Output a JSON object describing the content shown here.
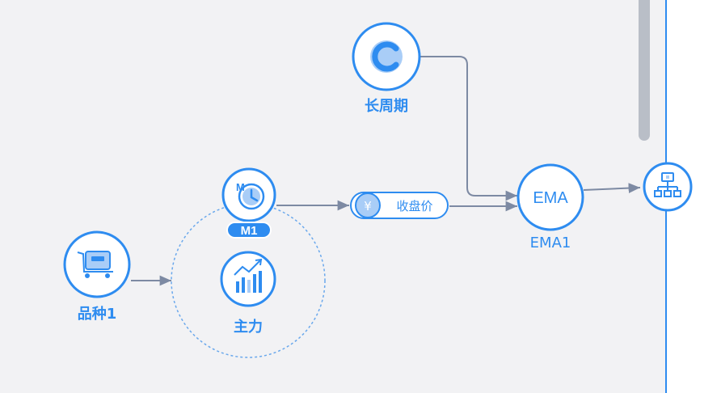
{
  "nodes": {
    "long_period": {
      "label": "长周期",
      "icon": "c-letter-icon"
    },
    "ema": {
      "label": "EMA",
      "caption": "EMA1"
    },
    "variety": {
      "label": "品种1",
      "icon": "cart-icon"
    },
    "timer": {
      "badge": "M1",
      "icon": "clock-m-icon"
    },
    "main_force": {
      "label": "主力",
      "icon": "rising-chart-icon"
    },
    "close_price": {
      "symbol": "¥",
      "label": "收盘价"
    },
    "output": {
      "icon": "network-tree-icon"
    }
  },
  "colors": {
    "accent": "#2e8cf0",
    "edge": "#7d8aa3",
    "background": "#f2f2f4"
  }
}
